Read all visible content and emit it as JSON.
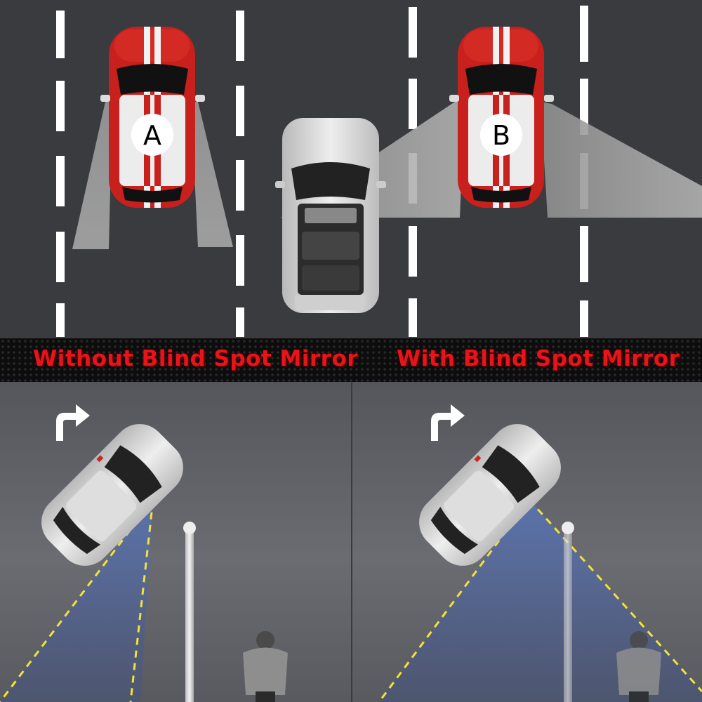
{
  "labels": {
    "left": "Without Blind Spot Mirror",
    "right": "With Blind Spot Mirror",
    "car_a": "A",
    "car_b": "B"
  },
  "colors": {
    "road": "#3a3b3f",
    "lane_marking": "#ffffff",
    "car_red": "#c8201c",
    "banner_text": "#e8141c",
    "view_cone": "#4a6cb0",
    "dashed_line": "#f2e23a"
  },
  "icons": [
    "turn-right-arrow-icon",
    "turn-right-arrow-icon",
    "car-icon",
    "motorcycle-icon",
    "street-lamp-icon"
  ]
}
